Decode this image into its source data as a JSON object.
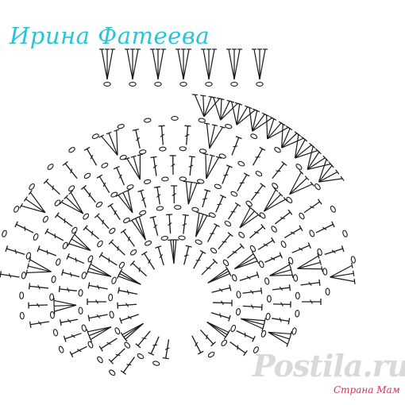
{
  "diagram": {
    "author": "Ирина Фатеева",
    "author_color": "#29c4d8",
    "ink_color": "#1a1a1a",
    "watermark": "Postila.ru",
    "watermark_color": "#555555",
    "watermark_note": "Страна Мам",
    "watermark_note_color": "#c0143c"
  }
}
